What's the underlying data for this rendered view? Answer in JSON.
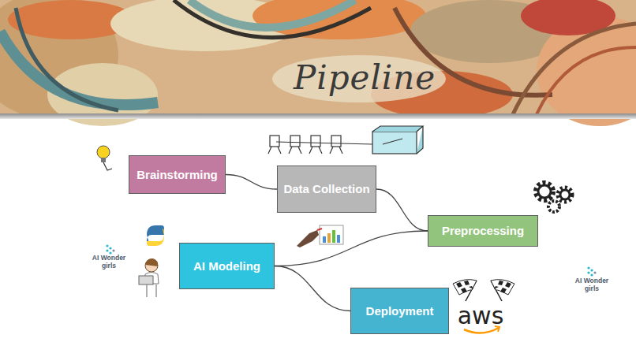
{
  "diagram": {
    "title": "Pipeline",
    "nodes": [
      {
        "text": [
          "Brainstorming"
        ]
      },
      {
        "text": [
          "Data Collection"
        ]
      },
      {
        "text": [
          "Preprocessing"
        ]
      },
      {
        "text": [
          "AI Modeling"
        ]
      },
      {
        "text": [
          "Deployment"
        ]
      }
    ],
    "edges": [
      {
        "from": 0,
        "to": 1,
        "arrow": "none"
      },
      {
        "from": 1,
        "to": 2,
        "arrow": "none"
      },
      {
        "from": 2,
        "to": 3,
        "arrow": "none"
      },
      {
        "from": 3,
        "to": 4,
        "arrow": "none"
      }
    ],
    "labels": [
      "AI Wonder girls",
      "AI Wonder girls",
      "aws"
    ]
  }
}
